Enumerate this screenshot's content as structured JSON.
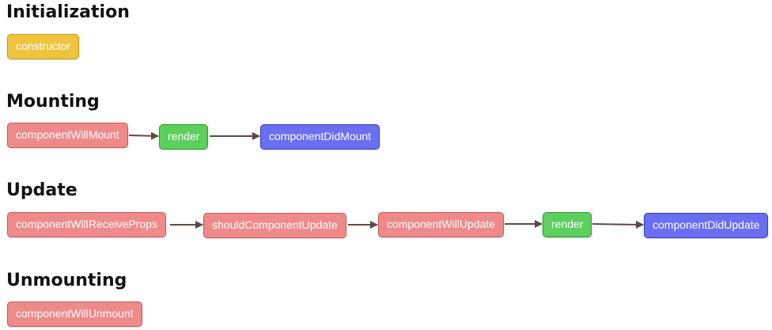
{
  "sections": {
    "initialization": {
      "title": "Initialization",
      "nodes": [
        "constructor"
      ]
    },
    "mounting": {
      "title": "Mounting",
      "nodes": [
        "componentWillMount",
        "render",
        "componentDidMount"
      ]
    },
    "update": {
      "title": "Update",
      "nodes": [
        "componentWillReceiveProps",
        "shouldComponentUpdate",
        "componentWillUpdate",
        "render",
        "componentDidUpdate"
      ]
    },
    "unmounting": {
      "title": "Unmounting",
      "nodes": [
        "componentWillUnmount"
      ]
    }
  },
  "colors": {
    "yellow": "#f0c33c",
    "red": "#ef8a8a",
    "green": "#5ccf5c",
    "blue": "#6a6ef0",
    "arrow": "#5a4a4a"
  }
}
